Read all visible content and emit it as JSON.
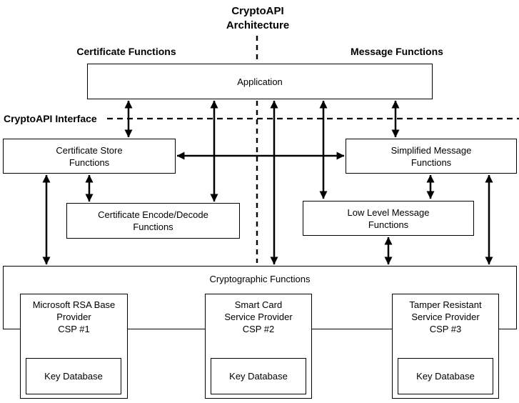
{
  "title": {
    "lines": [
      "CryptoAPI",
      "Architecture"
    ]
  },
  "labels": {
    "certificate_functions": "Certificate Functions",
    "message_functions": "Message Functions",
    "cryptoapi_interface": "CryptoAPI Interface"
  },
  "boxes": {
    "application": {
      "label": "Application"
    },
    "certificate_store_functions": {
      "lines": [
        "Certificate Store",
        "Functions"
      ]
    },
    "simplified_message_functions": {
      "lines": [
        "Simplified Message",
        "Functions"
      ]
    },
    "certificate_encode_decode_functions": {
      "lines": [
        "Certificate Encode/Decode",
        "Functions"
      ]
    },
    "low_level_message_functions": {
      "lines": [
        "Low Level Message",
        "Functions"
      ]
    },
    "cryptographic_functions": {
      "label": "Cryptographic Functions"
    },
    "providers": [
      {
        "lines": [
          "Microsoft RSA Base",
          "Provider",
          "CSP #1"
        ],
        "key_database": "Key Database"
      },
      {
        "lines": [
          "Smart Card",
          "Service Provider",
          "CSP #2"
        ],
        "key_database": "Key Database"
      },
      {
        "lines": [
          "Tamper Resistant",
          "Service Provider",
          "CSP #3"
        ],
        "key_database": "Key Database"
      }
    ]
  },
  "colors": {
    "line": "#000000",
    "text": "#000000",
    "background": "#ffffff"
  }
}
